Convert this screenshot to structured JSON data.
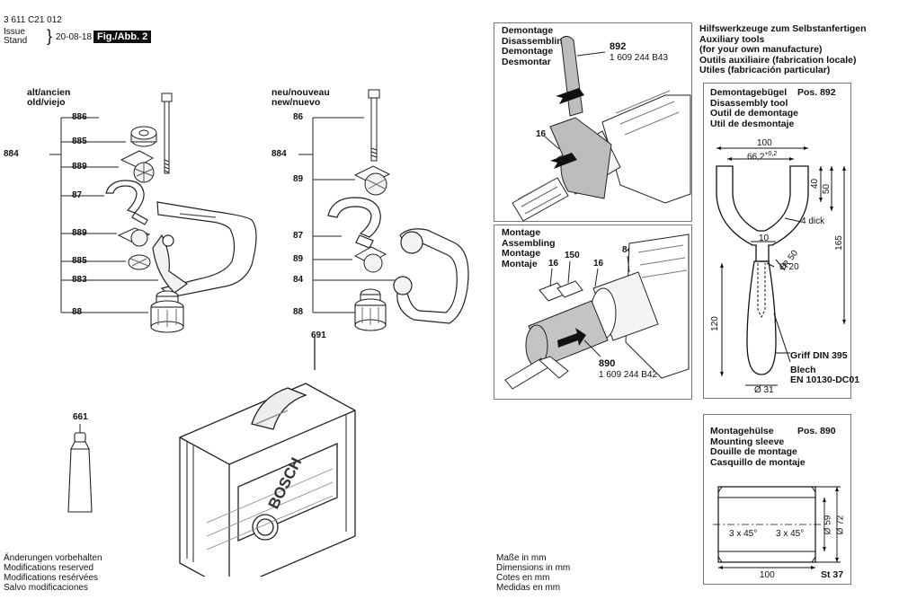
{
  "header": {
    "doc_number": "3 611 C21 012",
    "issue_label": "Issue",
    "stand_label": "Stand",
    "date": "20-08-18",
    "figure_label": "Fig./Abb. 2"
  },
  "old_group": {
    "title_line1": "alt/ancien",
    "title_line2": "old/viejo",
    "group_number": "884",
    "parts": [
      "886",
      "885",
      "889",
      "87",
      "889",
      "885",
      "883",
      "88"
    ]
  },
  "new_group": {
    "title_line1": "neu/nouveau",
    "title_line2": "new/nuevo",
    "group_number": "884",
    "parts": [
      "86",
      "89",
      "87",
      "89",
      "84",
      "88"
    ]
  },
  "case": {
    "part": "691",
    "brand": "BOSCH"
  },
  "tube": {
    "part": "661"
  },
  "footer_left": [
    "Änderungen vorbehalten",
    "Modifications reserved",
    "Modifications resérvées",
    "Salvo modificaciones"
  ],
  "footer_middle": [
    "Maße in mm",
    "Dimensions in mm",
    "Cotes en mm",
    "Medidas en mm"
  ],
  "disassembly_panel": {
    "title": [
      "Demontage",
      "Disassembling",
      "Demontage",
      "Desmontar"
    ],
    "tool_part": "892",
    "tool_number": "1 609 244 B43",
    "label_16": "16"
  },
  "assembly_panel": {
    "title": [
      "Montage",
      "Assembling",
      "Montage",
      "Montaje"
    ],
    "labels": {
      "p16a": "16",
      "p150": "150",
      "p16b": "16",
      "p840": "840"
    },
    "tool_part": "890",
    "tool_number": "1 609 244 B42"
  },
  "aux_tools": {
    "title": [
      "Hilfswerkzeuge zum Selbstanfertigen",
      "Auxiliary tools",
      "(for your own manufacture)",
      "Outils auxiliaire (fabrication locale)",
      "Utiles (fabricación particular)"
    ]
  },
  "bracket_drawing": {
    "title": [
      "Demontagebügel",
      "Disassembly tool",
      "Outil de demontage",
      "Util de desmontaje"
    ],
    "pos": "Pos. 892",
    "dims": {
      "width": "100",
      "inner": "66,2",
      "inner_tol": "+0,2",
      "d40": "40",
      "d50": "50",
      "d165": "165",
      "thick": "4 dick",
      "d10": "10",
      "r50": "R 50",
      "dia20": "Ø 20",
      "d120": "120",
      "dia31": "Ø 31"
    },
    "notes": [
      "Griff DIN 395",
      "Blech",
      "EN 10130-DC01"
    ]
  },
  "sleeve_drawing": {
    "title": [
      "Montagehülse",
      "Mounting sleeve",
      "Douille de montage",
      "Casquillo de montaje"
    ],
    "pos": "Pos. 890",
    "dims": {
      "chamfer_left": "3 x 45°",
      "chamfer_right": "3 x 45°",
      "dia59": "Ø 59",
      "dia72": "Ø 72",
      "length": "100",
      "material": "St 37"
    }
  }
}
